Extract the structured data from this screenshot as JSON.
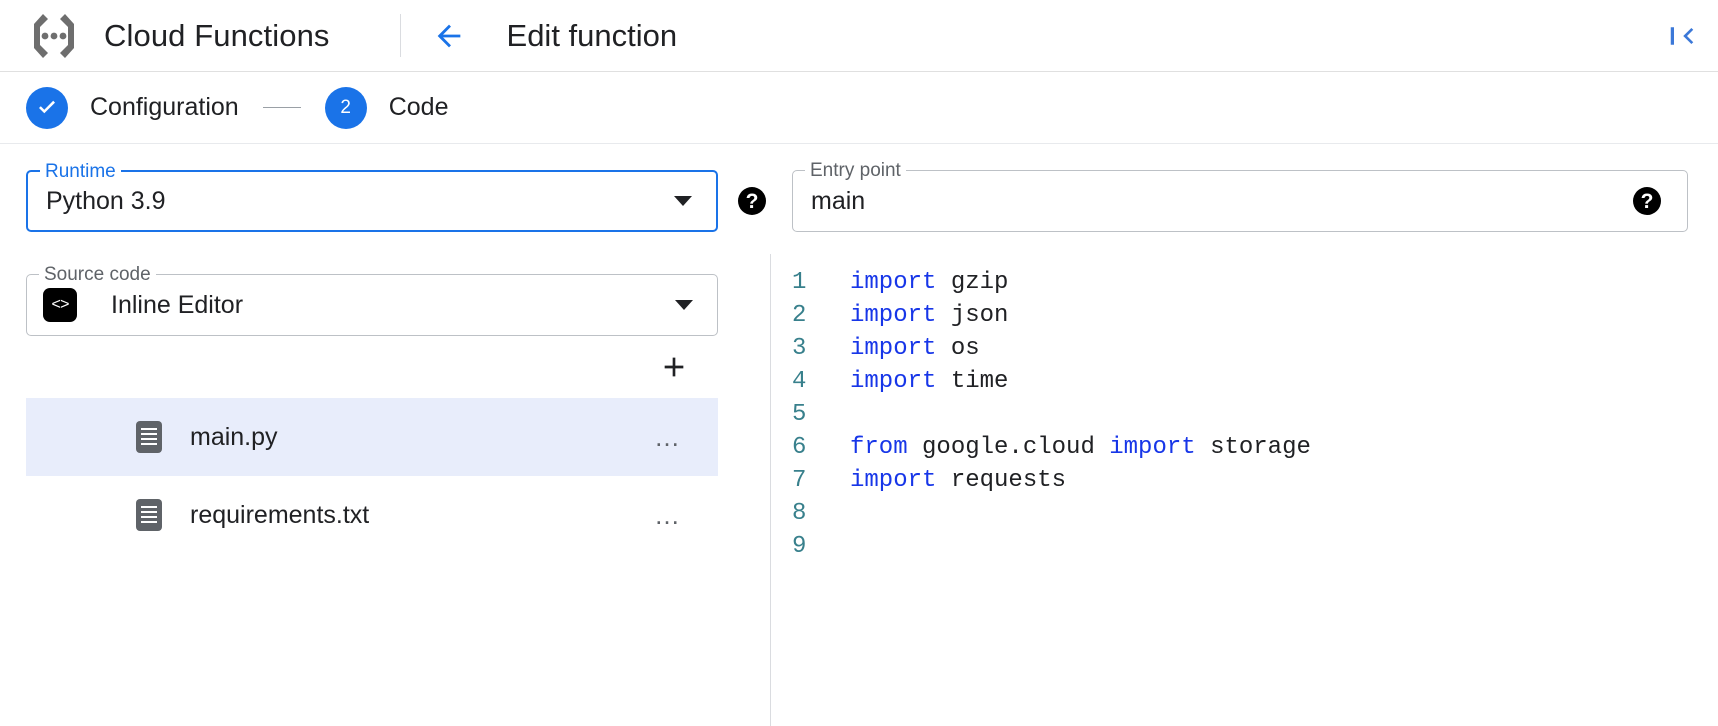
{
  "header": {
    "brand": "Cloud Functions",
    "brand_logo_icon": "cloud-functions-logo-icon",
    "back_icon": "arrow-left-icon",
    "page_title": "Edit function",
    "collapse_icon": "collapse-panel-icon",
    "accent_color": "#1a73e8"
  },
  "stepper": {
    "steps": [
      {
        "marker": "✓",
        "label": "Configuration",
        "state": "complete"
      },
      {
        "marker": "2",
        "label": "Code",
        "state": "active"
      }
    ],
    "connector": "—"
  },
  "runtime": {
    "legend": "Runtime",
    "value": "Python 3.9",
    "dropdown_icon": "chevron-down-icon",
    "help_icon": "help-icon",
    "focused": true
  },
  "entry_point": {
    "legend": "Entry point",
    "value": "main",
    "help_icon": "help-icon"
  },
  "source_code": {
    "legend": "Source code",
    "value": "Inline Editor",
    "type_icon": "code-brackets-icon",
    "type_icon_glyph": "<>",
    "dropdown_icon": "chevron-down-icon",
    "add_icon": "plus-icon",
    "files": [
      {
        "name": "main.py",
        "icon": "file-icon",
        "selected": true,
        "overflow": "…"
      },
      {
        "name": "requirements.txt",
        "icon": "file-icon",
        "selected": false,
        "overflow": "…"
      }
    ],
    "selected_row_color": "#e8edfb"
  },
  "editor": {
    "lines": [
      {
        "num": "1",
        "tokens": [
          {
            "t": "import",
            "c": "kw"
          },
          {
            "t": " gzip",
            "c": "plain"
          }
        ]
      },
      {
        "num": "2",
        "tokens": [
          {
            "t": "import",
            "c": "kw"
          },
          {
            "t": " json",
            "c": "plain"
          }
        ]
      },
      {
        "num": "3",
        "tokens": [
          {
            "t": "import",
            "c": "kw"
          },
          {
            "t": " os",
            "c": "plain"
          }
        ]
      },
      {
        "num": "4",
        "tokens": [
          {
            "t": "import",
            "c": "kw"
          },
          {
            "t": " time",
            "c": "plain"
          }
        ]
      },
      {
        "num": "5",
        "tokens": []
      },
      {
        "num": "6",
        "tokens": [
          {
            "t": "from",
            "c": "kw"
          },
          {
            "t": " google.cloud ",
            "c": "plain"
          },
          {
            "t": "import",
            "c": "kw"
          },
          {
            "t": " storage",
            "c": "plain"
          }
        ]
      },
      {
        "num": "7",
        "tokens": [
          {
            "t": "import",
            "c": "kw"
          },
          {
            "t": " requests",
            "c": "plain"
          }
        ]
      },
      {
        "num": "8",
        "tokens": []
      },
      {
        "num": "9",
        "tokens": []
      }
    ],
    "keyword_color": "#1736e8",
    "linenumber_color": "#38808c"
  }
}
